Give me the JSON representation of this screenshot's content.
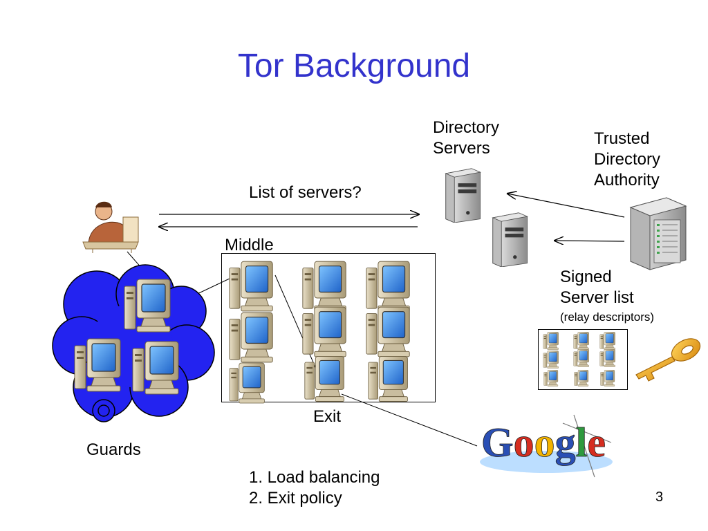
{
  "slide": {
    "title": "Tor Background",
    "page_number": "3"
  },
  "labels": {
    "directory_servers": [
      "Directory",
      "Servers"
    ],
    "trusted_authority": [
      "Trusted",
      "Directory",
      "Authority"
    ],
    "list_query": "List of servers?",
    "middle": "Middle",
    "exit": "Exit",
    "guards": "Guards",
    "signed_list": [
      "Signed",
      "Server list"
    ],
    "signed_list_note": "(relay descriptors)"
  },
  "notes": [
    "1. Load balancing",
    "2. Exit policy"
  ],
  "logo": {
    "text": "Google",
    "colors": [
      "#2a4fb5",
      "#d62d20",
      "#f4b400",
      "#2a4fb5",
      "#2e9a3e",
      "#d62d20"
    ]
  },
  "colors": {
    "title": "#3333cc",
    "cloud": "#2323f0",
    "monitor_screen": "#2e8de0",
    "key": "#f0a520"
  }
}
